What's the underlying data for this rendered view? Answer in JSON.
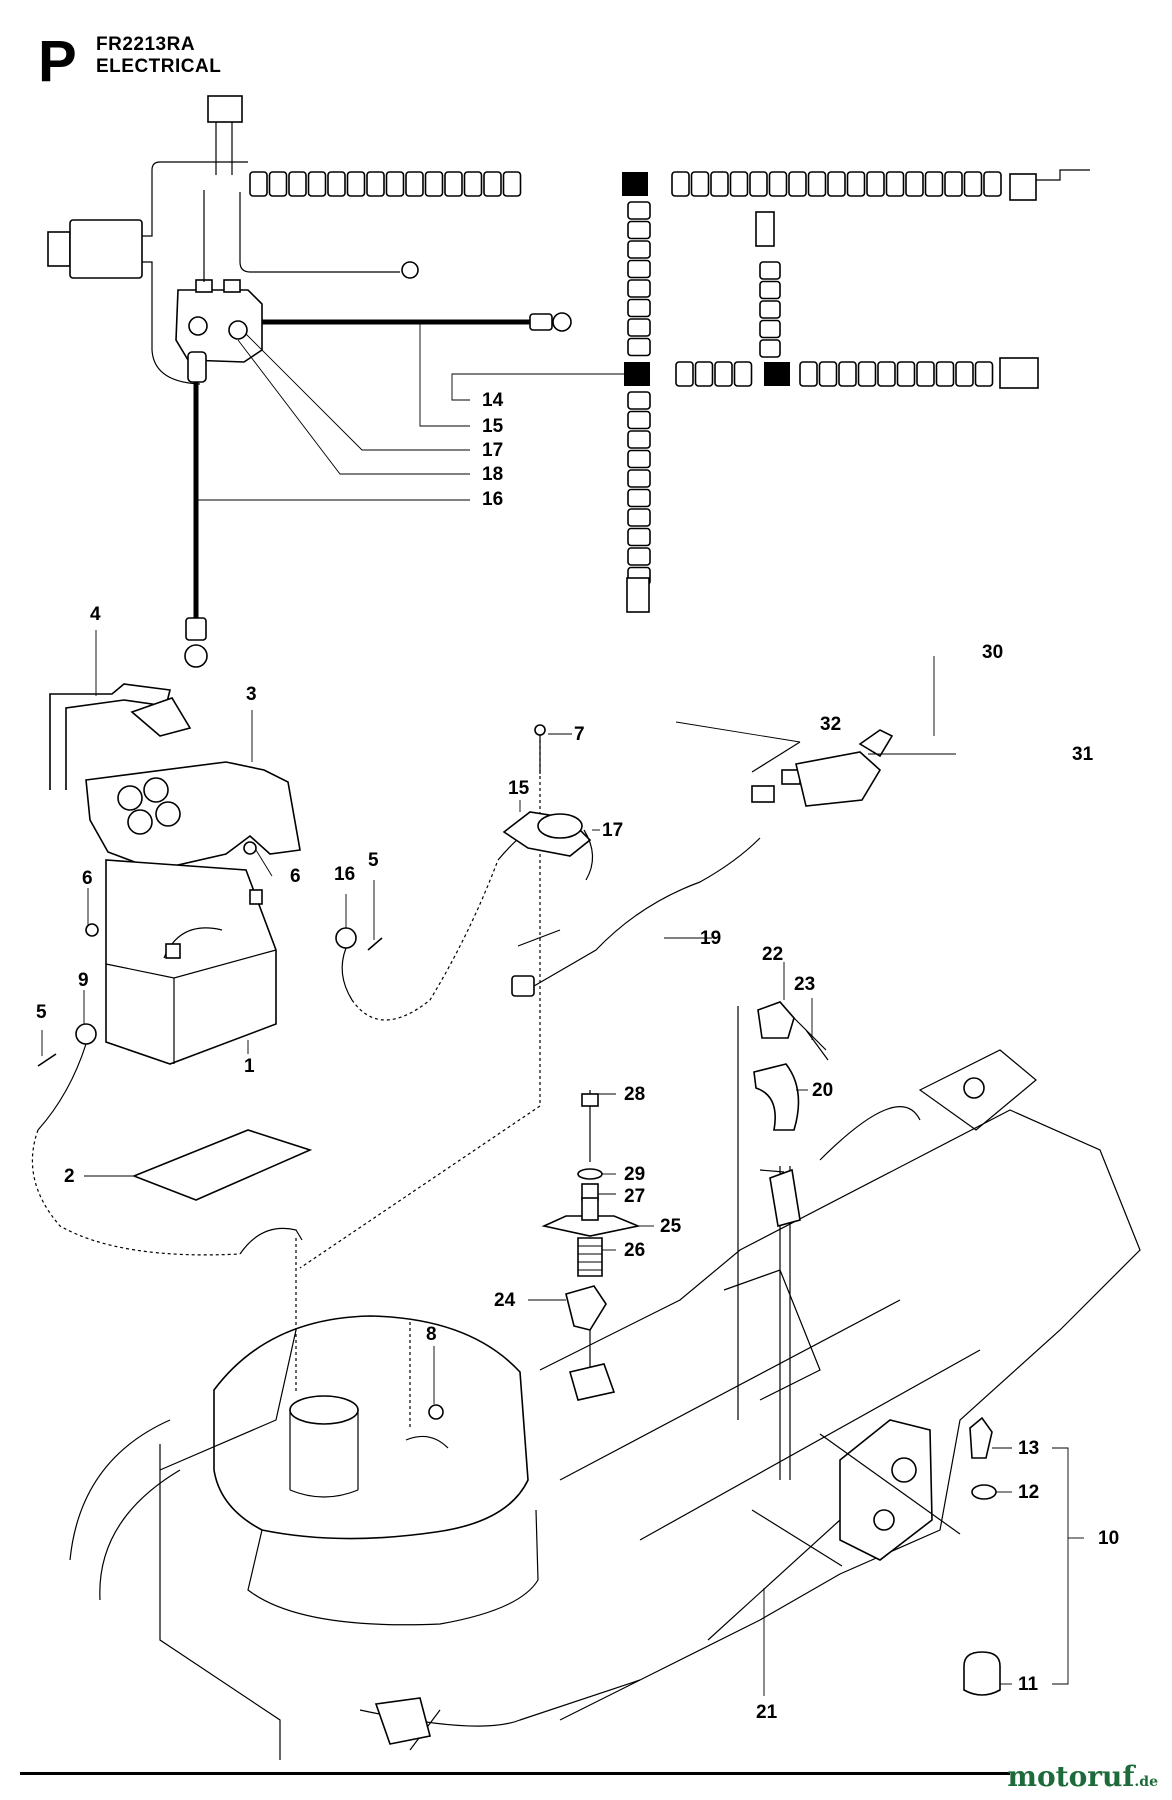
{
  "header": {
    "section_letter": "P",
    "model": "FR2213RA",
    "section": "ELECTRICAL"
  },
  "callouts": [
    {
      "id": "14",
      "label": "14"
    },
    {
      "id": "15a",
      "label": "15"
    },
    {
      "id": "17a",
      "label": "17"
    },
    {
      "id": "18",
      "label": "18"
    },
    {
      "id": "16a",
      "label": "16"
    },
    {
      "id": "4",
      "label": "4"
    },
    {
      "id": "3",
      "label": "3"
    },
    {
      "id": "7",
      "label": "7"
    },
    {
      "id": "15b",
      "label": "15"
    },
    {
      "id": "17b",
      "label": "17"
    },
    {
      "id": "5a",
      "label": "5"
    },
    {
      "id": "16b",
      "label": "16"
    },
    {
      "id": "6a",
      "label": "6"
    },
    {
      "id": "6b",
      "label": "6"
    },
    {
      "id": "9",
      "label": "9"
    },
    {
      "id": "5b",
      "label": "5"
    },
    {
      "id": "1",
      "label": "1"
    },
    {
      "id": "2",
      "label": "2"
    },
    {
      "id": "30",
      "label": "30"
    },
    {
      "id": "32",
      "label": "32"
    },
    {
      "id": "31",
      "label": "31"
    },
    {
      "id": "19",
      "label": "19"
    },
    {
      "id": "22",
      "label": "22"
    },
    {
      "id": "23",
      "label": "23"
    },
    {
      "id": "20",
      "label": "20"
    },
    {
      "id": "28",
      "label": "28"
    },
    {
      "id": "29",
      "label": "29"
    },
    {
      "id": "27",
      "label": "27"
    },
    {
      "id": "25",
      "label": "25"
    },
    {
      "id": "26",
      "label": "26"
    },
    {
      "id": "24",
      "label": "24"
    },
    {
      "id": "8",
      "label": "8"
    },
    {
      "id": "13",
      "label": "13"
    },
    {
      "id": "12",
      "label": "12"
    },
    {
      "id": "10",
      "label": "10"
    },
    {
      "id": "11",
      "label": "11"
    },
    {
      "id": "21",
      "label": "21"
    }
  ],
  "watermark": {
    "brand": "motoruf",
    "suffix": ".de"
  },
  "colors": {
    "ink": "#000000",
    "watermark": "#1d6b3a"
  }
}
